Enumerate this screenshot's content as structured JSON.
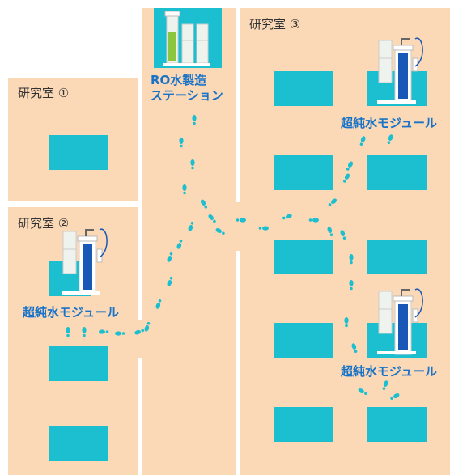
{
  "rooms": {
    "lab1": {
      "label": "研究室 ①"
    },
    "lab2": {
      "label": "研究室 ②"
    },
    "lab3": {
      "label": "研究室 ③"
    }
  },
  "station": {
    "line1": "RO水製造",
    "line2": "ステーション"
  },
  "modules": {
    "lab2": "超純水モジュール",
    "lab3_top": "超純水モジュール",
    "lab3_bottom": "超純水モジュール"
  },
  "colors": {
    "room_fill": "#fcd9b6",
    "bench": "#1cbfd0",
    "label_blue": "#1873c8",
    "footprint": "#1cbfd0"
  },
  "icons": [
    "ro-station-icon",
    "ultrapure-module-icon",
    "footprint-icon"
  ]
}
